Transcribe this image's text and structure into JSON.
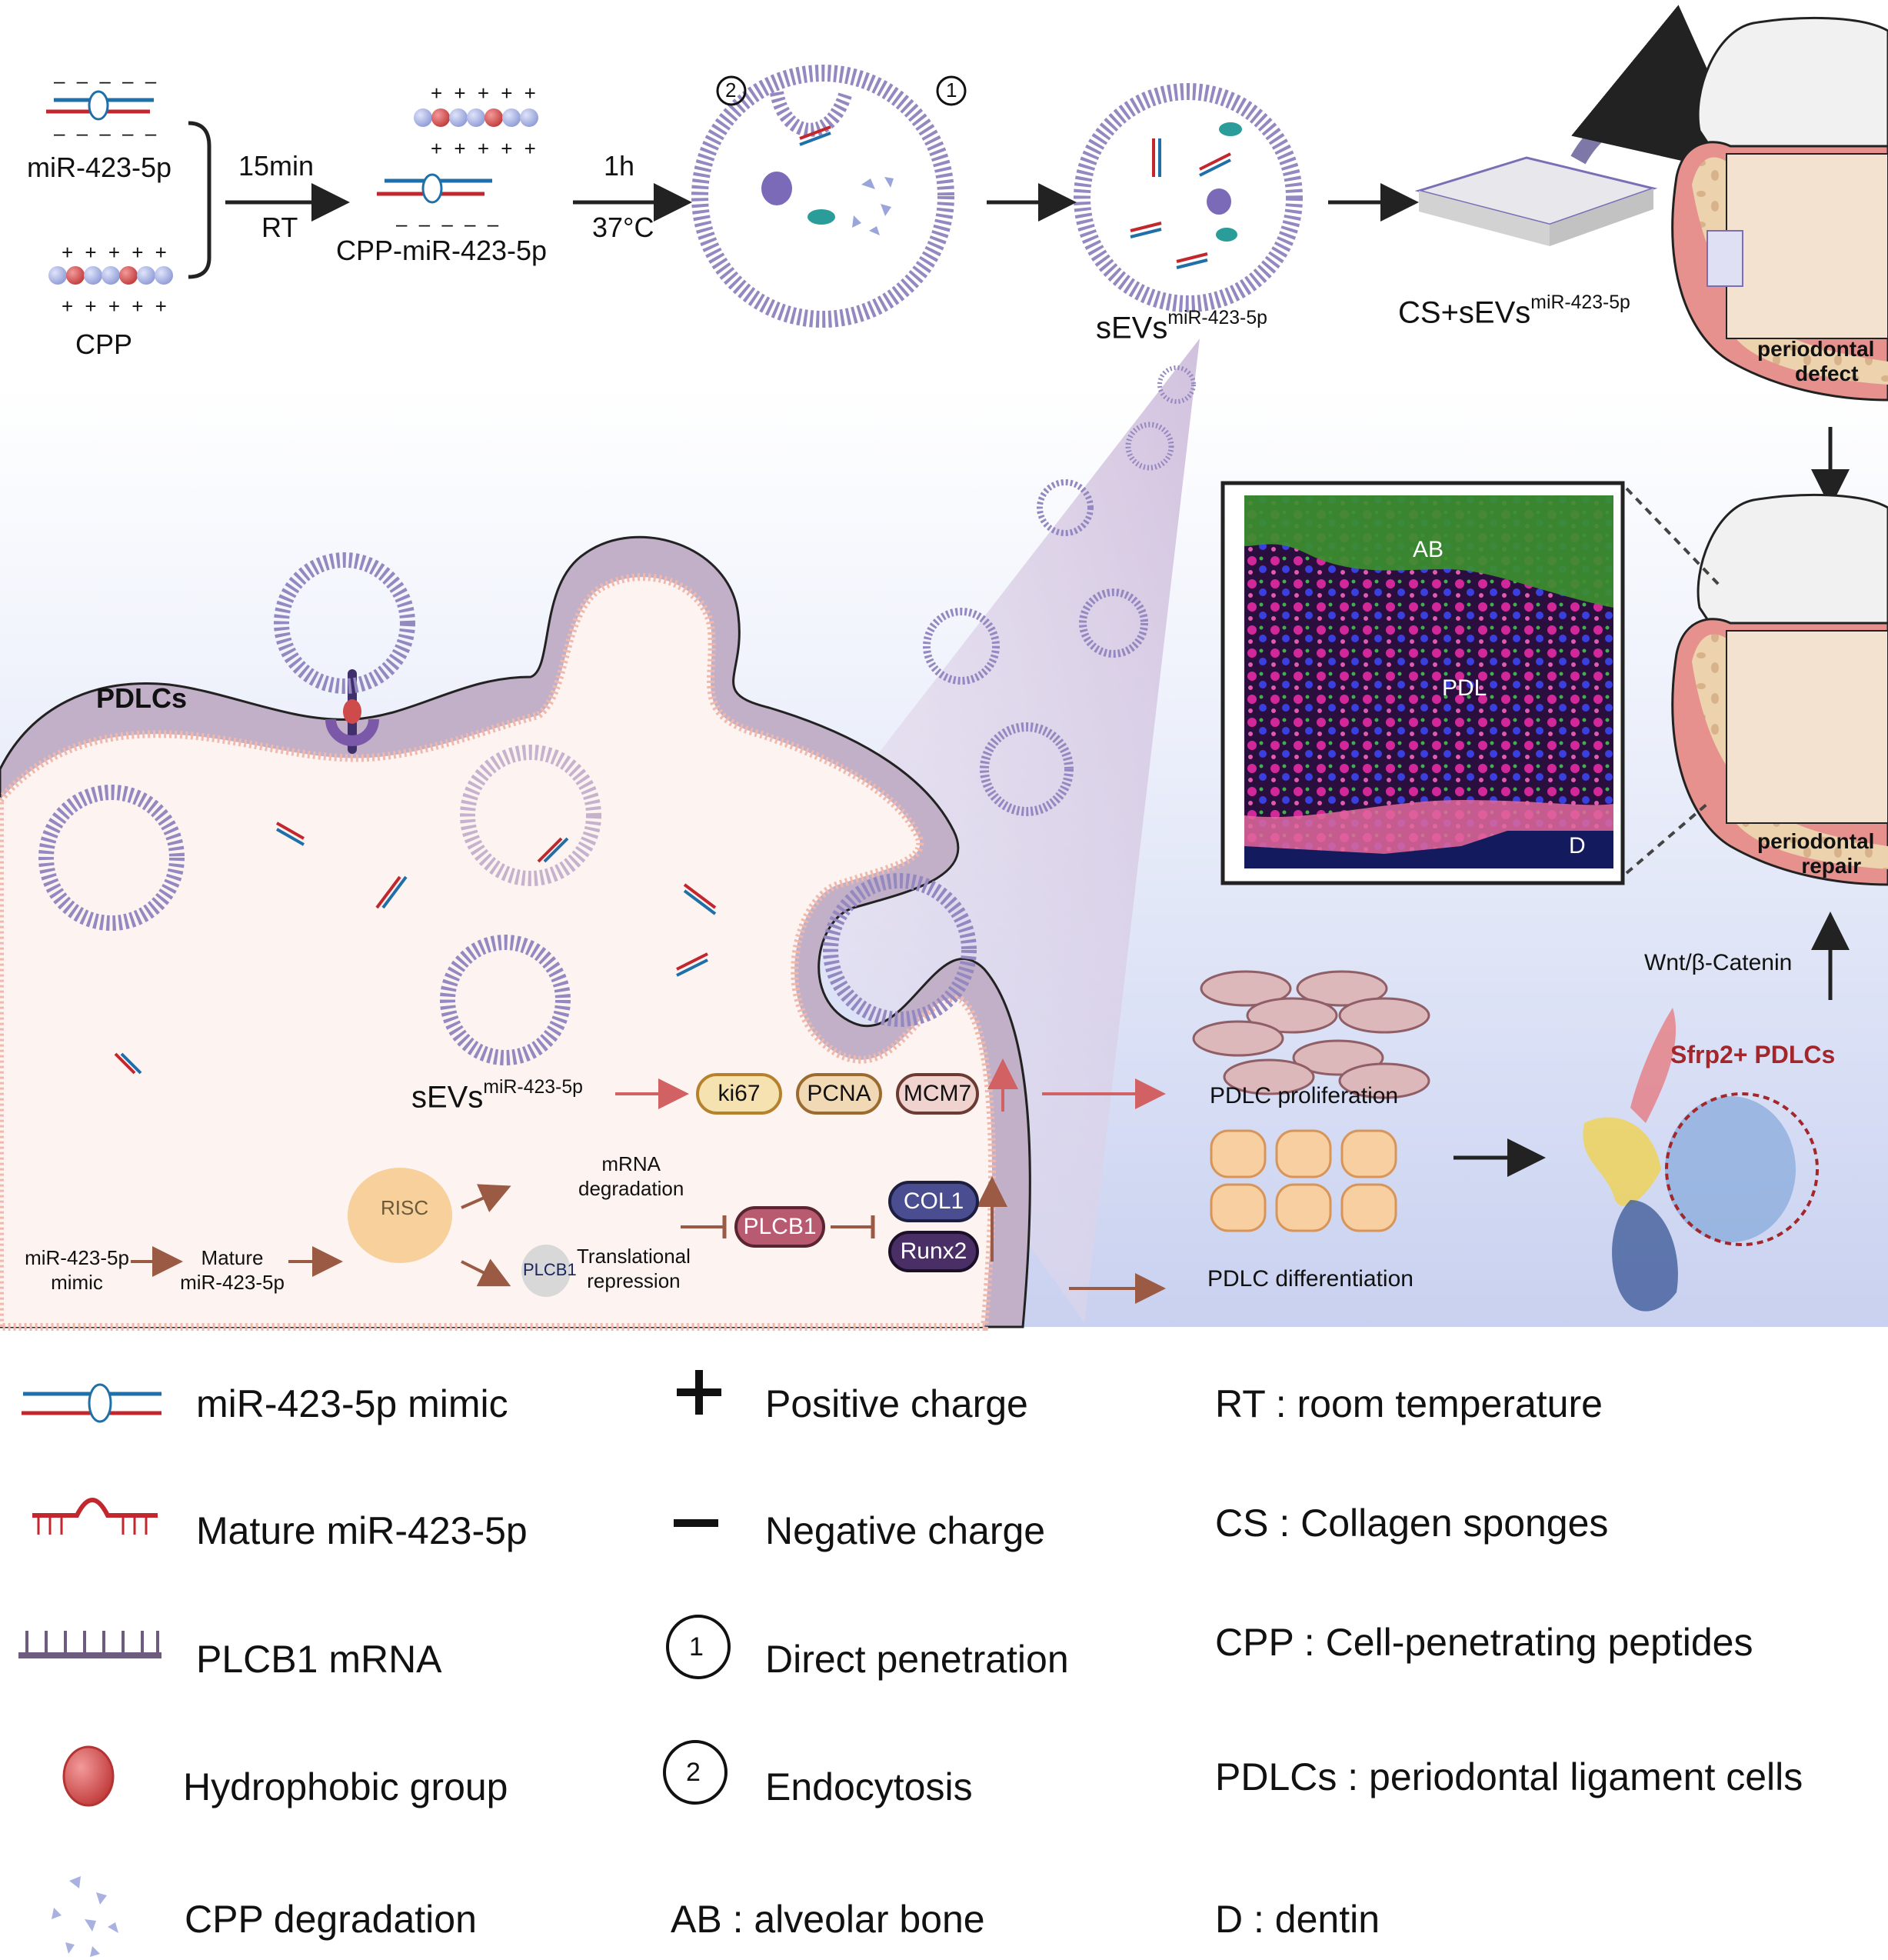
{
  "top_flow": {
    "mir_label": "miR-423-5p",
    "cpp_label": "CPP",
    "step1_top": "15min",
    "step1_bottom": "RT",
    "complex_label": "CPP-miR-423-5p",
    "step2_top": "1h",
    "step2_bottom": "37°C",
    "route_1": "1",
    "route_2": "2",
    "sevs_base": "sEVs",
    "sevs_sup": "miR-423-5p",
    "cs_base": "CS+sEVs",
    "cs_sup": "miR-423-5p",
    "defect_line1": "periodontal",
    "defect_line2": "defect",
    "plus_row": "+ + + + +",
    "minus_row": "– – – – –"
  },
  "cell": {
    "pdlcs_label": "PDLCs",
    "sevs_base": "sEVs",
    "sevs_sup": "miR-423-5p",
    "markers_up": [
      "ki67",
      "PCNA",
      "MCM7"
    ],
    "mimic_label_1": "miR-423-5p",
    "mimic_label_2": "mimic",
    "mature_label_1": "Mature",
    "mature_label_2": "miR-423-5p",
    "risc_label": "RISC",
    "mrna_deg_1": "mRNA",
    "mrna_deg_2": "degradation",
    "plcb1_protein": "PLCB1",
    "transl_1": "Translational",
    "transl_2": "repression",
    "plcb1_pill": "PLCB1",
    "diff_markers": [
      "COL1",
      "Runx2"
    ]
  },
  "right_panel": {
    "micro_labels": {
      "ab": "AB",
      "pdl": "PDL",
      "d": "D"
    },
    "repair_line1": "periodontal",
    "repair_line2": "repair",
    "wnt_label": "Wnt/β-Catenin",
    "prolif_label": "PDLC proliferation",
    "diff_label": "PDLC differentiation",
    "sfrp2_label": "Sfrp2+ PDLCs"
  },
  "legend": {
    "col1": [
      {
        "icon": "mimic-duplex-icon",
        "label": "miR-423-5p mimic"
      },
      {
        "icon": "mature-mirna-icon",
        "label": "Mature miR-423-5p"
      },
      {
        "icon": "mrna-comb-icon",
        "label": "PLCB1 mRNA"
      },
      {
        "icon": "red-sphere-icon",
        "label": "Hydrophobic group"
      },
      {
        "icon": "fragments-icon",
        "label": "CPP degradation"
      }
    ],
    "col2": [
      {
        "icon": "plus-icon",
        "symbol": "+",
        "label": "Positive charge"
      },
      {
        "icon": "minus-icon",
        "symbol": "–",
        "label": "Negative charge"
      },
      {
        "icon": "circled-one-icon",
        "symbol": "1",
        "label": "Direct penetration"
      },
      {
        "icon": "circled-two-icon",
        "symbol": "2",
        "label": "Endocytosis"
      },
      {
        "icon": "",
        "symbol": "",
        "label": "AB : alveolar bone"
      }
    ],
    "col3": [
      "RT : room temperature",
      "CS : Collagen sponges",
      "CPP : Cell-penetrating peptides",
      "PDLCs : periodontal ligament cells",
      "D : dentin"
    ]
  },
  "colors": {
    "mir_blue": "#1f6fa8",
    "mir_red": "#c1272d",
    "membrane": "#b9a6c2",
    "cell_interior": "#fdf4f2",
    "pill_yellow": "#f5e2b0",
    "pill_tan": "#f1d9b5",
    "pill_pink": "#f0d2cf",
    "plcb1": "#b85a70",
    "col1": "#4a4d8f",
    "runx2": "#4a2f66",
    "sfrp2": "#a3262a",
    "arrow_red": "#d26163",
    "arrow_brown": "#9b5a44"
  }
}
